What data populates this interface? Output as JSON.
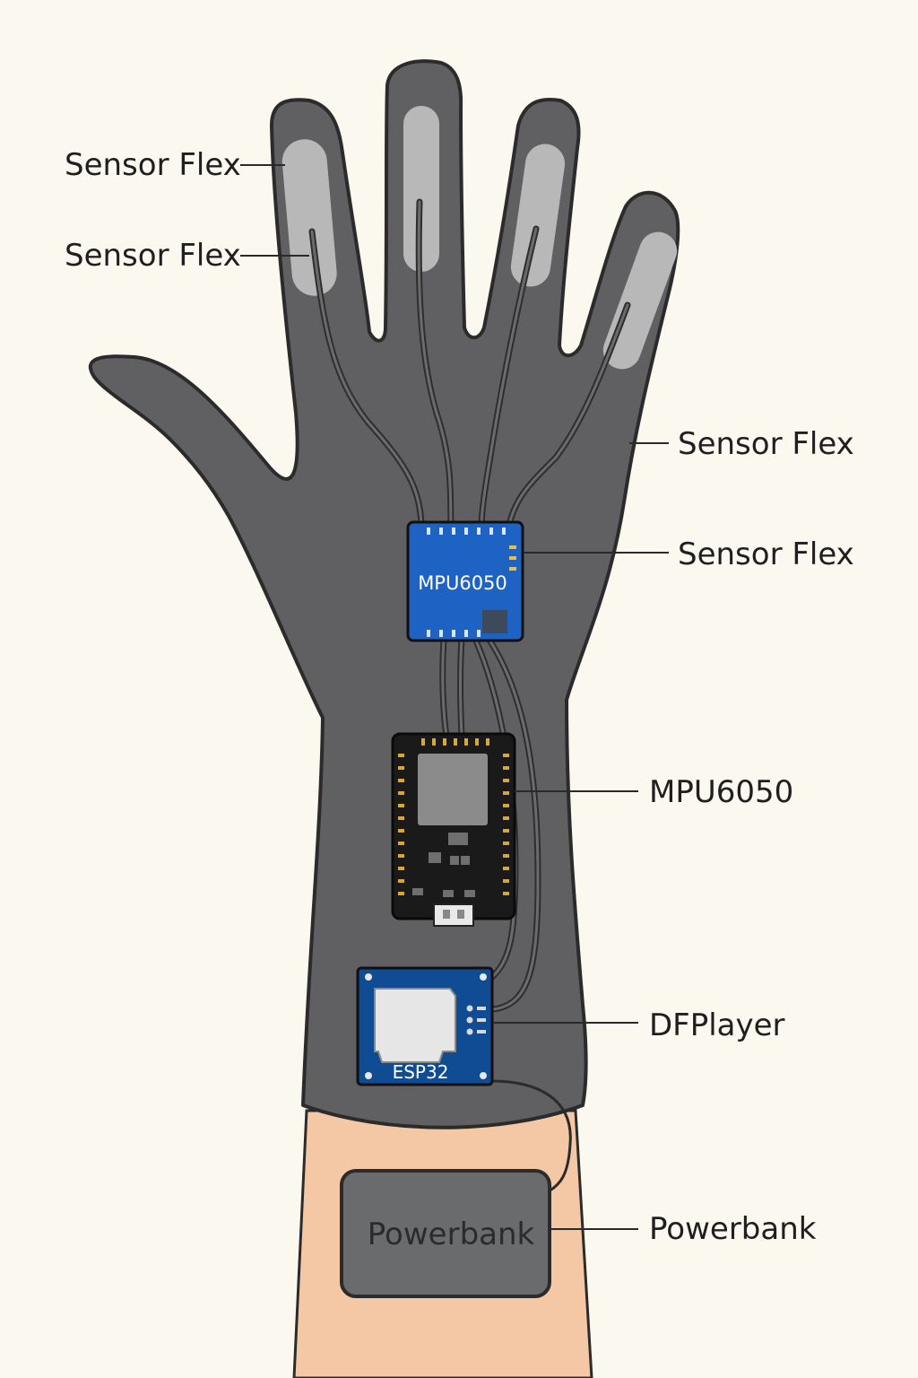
{
  "colors": {
    "background": "#fbf8ef",
    "glove": "#606062",
    "glove_outline": "#2b2b2b",
    "sensor_strip": "#b8b8b9",
    "skin": "#f4c8a4",
    "mpu_board": "#1e63c4",
    "esp_board": "#1a1a1a",
    "df_board": "#0f4c93",
    "powerbank": "#6a6b6d"
  },
  "diagram": {
    "labels": {
      "flex_1": "Sensor Flex",
      "flex_2": "Sensor Flex",
      "flex_3": "Sensor Flex",
      "flex_4": "Sensor Flex",
      "mpu_callout": "MPU6050",
      "df_callout": "DFPlayer",
      "power_callout": "Powerbank"
    },
    "boards": {
      "mpu_text": "MPU6050",
      "df_text": "ESP32",
      "powerbank_text": "Powerbank"
    }
  }
}
